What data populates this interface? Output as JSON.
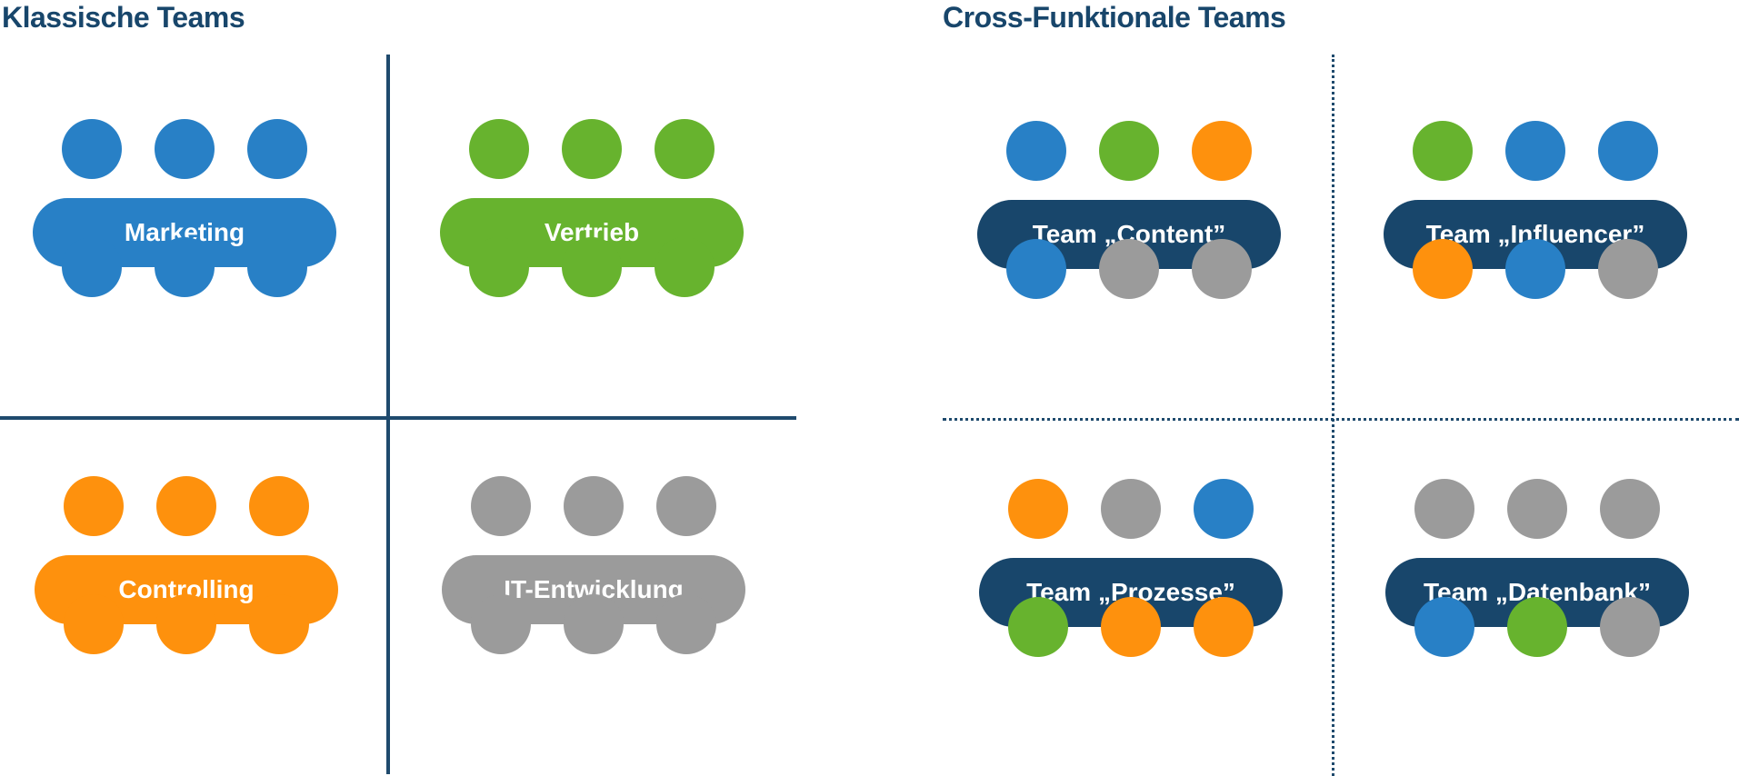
{
  "colors": {
    "blue": "#2880c6",
    "green": "#67b32e",
    "orange": "#fe910d",
    "grey": "#9b9b9b",
    "navy": "#18466b",
    "divider": "#1f4a6d"
  },
  "classic": {
    "title": "Klassische Teams",
    "teams": [
      {
        "label": "Marketing",
        "pill_color": "blue",
        "top_dots": [
          "blue",
          "blue",
          "blue"
        ],
        "bottom_dots": [
          "blue",
          "blue",
          "blue"
        ]
      },
      {
        "label": "Vertrieb",
        "pill_color": "green",
        "top_dots": [
          "green",
          "green",
          "green"
        ],
        "bottom_dots": [
          "green",
          "green",
          "green"
        ]
      },
      {
        "label": "Controlling",
        "pill_color": "orange",
        "top_dots": [
          "orange",
          "orange",
          "orange"
        ],
        "bottom_dots": [
          "orange",
          "orange",
          "orange"
        ]
      },
      {
        "label": "IT-Entwicklung",
        "pill_color": "grey",
        "top_dots": [
          "grey",
          "grey",
          "grey"
        ],
        "bottom_dots": [
          "grey",
          "grey",
          "grey"
        ]
      }
    ]
  },
  "cross": {
    "title": "Cross-Funktionale Teams",
    "teams": [
      {
        "label": "Team „Content”",
        "pill_color": "navy",
        "top_dots": [
          "blue",
          "green",
          "orange"
        ],
        "bottom_dots": [
          "blue",
          "grey",
          "grey"
        ]
      },
      {
        "label": "Team „Influencer”",
        "pill_color": "navy",
        "top_dots": [
          "green",
          "blue",
          "blue"
        ],
        "bottom_dots": [
          "orange",
          "blue",
          "grey"
        ]
      },
      {
        "label": "Team „Prozesse”",
        "pill_color": "navy",
        "top_dots": [
          "orange",
          "grey",
          "blue"
        ],
        "bottom_dots": [
          "green",
          "orange",
          "orange"
        ]
      },
      {
        "label": "Team „Datenbank”",
        "pill_color": "navy",
        "top_dots": [
          "grey",
          "grey",
          "grey"
        ],
        "bottom_dots": [
          "blue",
          "green",
          "grey"
        ]
      }
    ]
  }
}
